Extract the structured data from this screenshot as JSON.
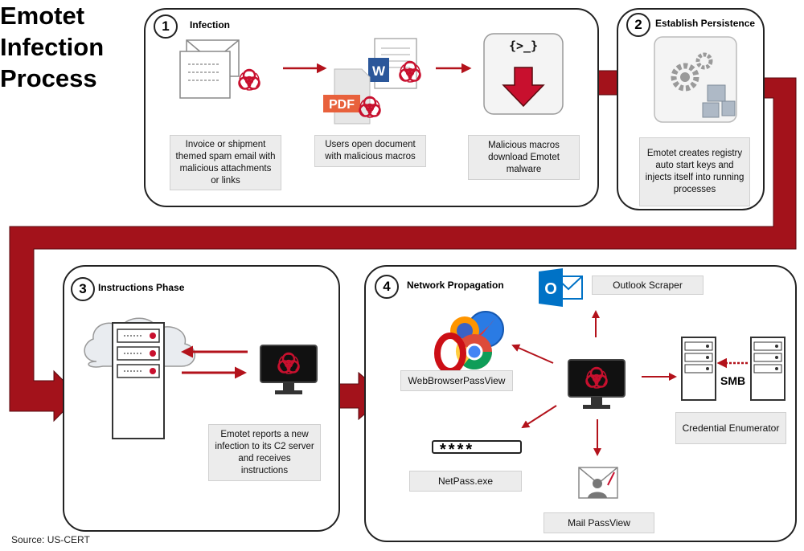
{
  "title_lines": [
    "Emotet",
    "Infection",
    "Process"
  ],
  "source": "Source: US-CERT",
  "colors": {
    "arrow_red": "#b3121b",
    "big_arrow": "#a3121b",
    "panel_border": "#222222",
    "caption_bg": "#ececec"
  },
  "steps": [
    {
      "number": "1",
      "title": "Infection"
    },
    {
      "number": "2",
      "title": "Establish Persistence"
    },
    {
      "number": "3",
      "title": "Instructions Phase"
    },
    {
      "number": "4",
      "title": "Network Propagation"
    }
  ],
  "infection": {
    "email_caption": "Invoice or shipment themed spam email with malicious attachments or links",
    "document_caption": "Users open document with malicious macros",
    "macro_caption": "Malicious macros download Emotet malware",
    "macro_symbol": "{>_}",
    "pdf_label": "PDF",
    "word_label": "W"
  },
  "persistence": {
    "caption": "Emotet creates registry auto start keys and injects itself into running processes"
  },
  "instructions": {
    "caption": "Emotet reports a new infection to its C2 server and receives instructions"
  },
  "propagation": {
    "outlook_label": "Outlook Scraper",
    "webbrowser_label": "WebBrowserPassView",
    "credential_label": "Credential Enumerator",
    "netpass_label": "NetPass.exe",
    "mailpass_label": "Mail PassView",
    "smb_label": "SMB",
    "password_mask": "****",
    "outlook_letter": "O"
  },
  "icons": [
    "email-icon",
    "biohazard-icon",
    "word-document-icon",
    "pdf-document-icon",
    "terminal-window-icon",
    "download-arrow-icon",
    "gears-icon",
    "cubes-icon",
    "cloud-icon",
    "server-icon",
    "monitor-icon",
    "outlook-icon",
    "browser-icons",
    "password-field-icon",
    "mail-user-icon"
  ]
}
